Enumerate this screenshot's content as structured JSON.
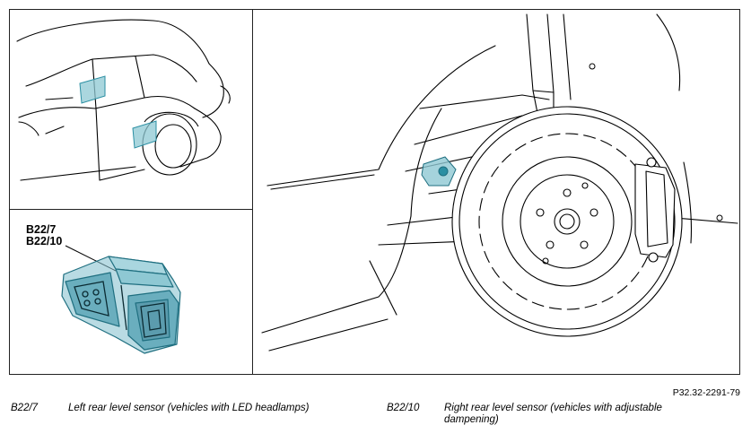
{
  "callout": {
    "line1": "B22/7",
    "line2": "B22/10"
  },
  "figure_ref": "P32.32-2291-79",
  "legend": [
    {
      "code": "B22/7",
      "text": "Left rear level sensor (vehicles with LED headlamps)"
    },
    {
      "code": "B22/10",
      "text": "Right rear level sensor (vehicles with adjustable dampening)"
    }
  ],
  "colors": {
    "highlight": "#8ec8d3",
    "highlight_stroke": "#2b8fa3",
    "line": "#000000"
  }
}
